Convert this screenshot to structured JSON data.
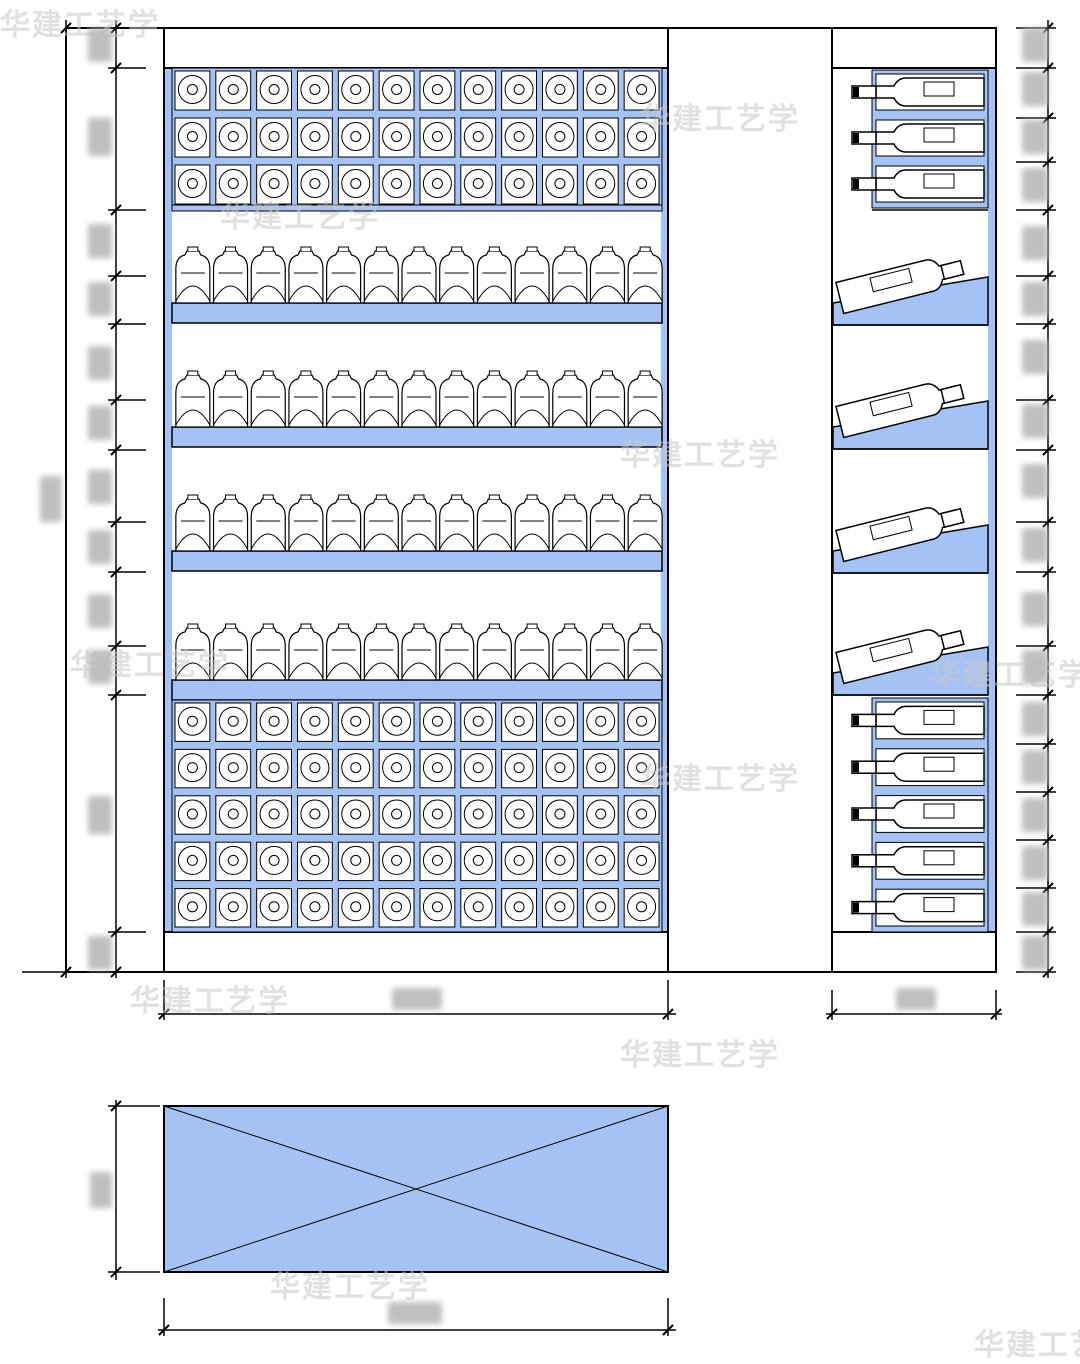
{
  "colors": {
    "fill": "#a4c2f4",
    "line": "#000000",
    "page": "#ffffff"
  },
  "watermark": {
    "text": "华建工艺学"
  },
  "elevation": {
    "left_cabinet": {
      "top_cubby_rows": 3,
      "bottom_cubby_rows": 5,
      "cubby_columns": 12,
      "stacked_shelves": 4,
      "bottles_per_shelf": 13
    },
    "right_cabinet": {
      "top_horizontal_bottles": 3,
      "angled_display_shelves": 4,
      "bottom_horizontal_bottles": 5
    }
  },
  "dimension_labels": "redacted",
  "plan_view": {
    "fill": "#a4c2f4"
  }
}
